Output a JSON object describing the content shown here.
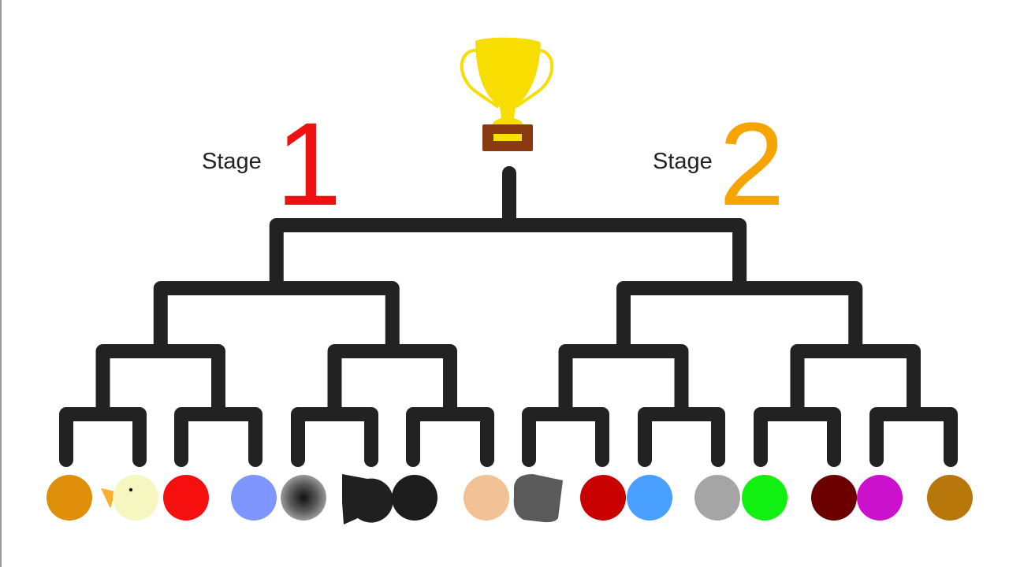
{
  "stages": [
    {
      "label": "Stage",
      "number": "1",
      "number_color": "#ee1111"
    },
    {
      "label": "Stage",
      "number": "2",
      "number_color": "#f6a400"
    }
  ],
  "trophy": {
    "icon": "trophy-icon",
    "cup_color": "#f7dd00",
    "base_color": "#8a3a10",
    "plate_color": "#f3e200"
  },
  "bracket": {
    "line_color": "#222222",
    "rounds": 4,
    "entrants": 16
  },
  "players": [
    {
      "name": "orange-ball",
      "color": "#e08f0a"
    },
    {
      "name": "yellow-chick",
      "color": "#f6f7c0",
      "beak_color": "#f7b030"
    },
    {
      "name": "red-ball",
      "color": "#f50f0f"
    },
    {
      "name": "periwinkle-ball",
      "color": "#7f95ff"
    },
    {
      "name": "gradient-gray-ball",
      "color": "#7a7a7a"
    },
    {
      "name": "black-pacman",
      "color": "#202020"
    },
    {
      "name": "black-ball",
      "color": "#1c1c1c"
    },
    {
      "name": "peach-ball",
      "color": "#f2c196"
    },
    {
      "name": "dark-gray-blob",
      "color": "#5a5a5a"
    },
    {
      "name": "crimson-ball",
      "color": "#c90000"
    },
    {
      "name": "sky-blue-ball",
      "color": "#4aa0ff"
    },
    {
      "name": "silver-ball",
      "color": "#a5a5a5"
    },
    {
      "name": "green-ball",
      "color": "#11f011"
    },
    {
      "name": "maroon-ball",
      "color": "#6b0000"
    },
    {
      "name": "magenta-ball",
      "color": "#cc11cc"
    },
    {
      "name": "bronze-ball",
      "color": "#b7770a"
    }
  ]
}
